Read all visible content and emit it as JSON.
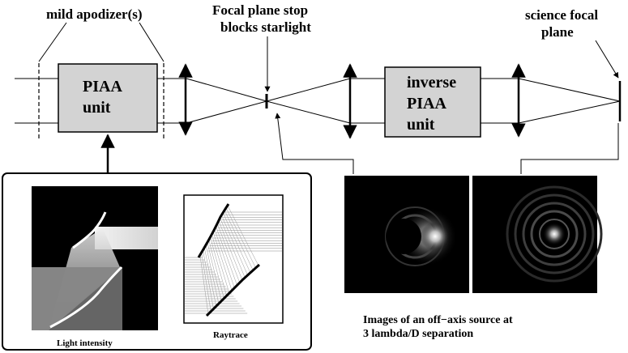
{
  "labels": {
    "apodizer": "mild apodizer(s)",
    "focal_stop_1": "Focal plane stop",
    "focal_stop_2": "blocks starlight",
    "science_1": "science focal",
    "science_2": "plane",
    "piaa_1": "PIAA",
    "piaa_2": "unit",
    "inverse_1": "inverse",
    "inverse_2": "PIAA",
    "inverse_3": "unit",
    "light_intensity": "Light intensity",
    "raytrace": "Raytrace",
    "caption_1": "Images of an off−axis source at",
    "caption_2": "3 lambda/D separation"
  },
  "colors": {
    "box_fill": "#d3d3d3",
    "stroke": "#000000",
    "image_bg": "#000000"
  }
}
